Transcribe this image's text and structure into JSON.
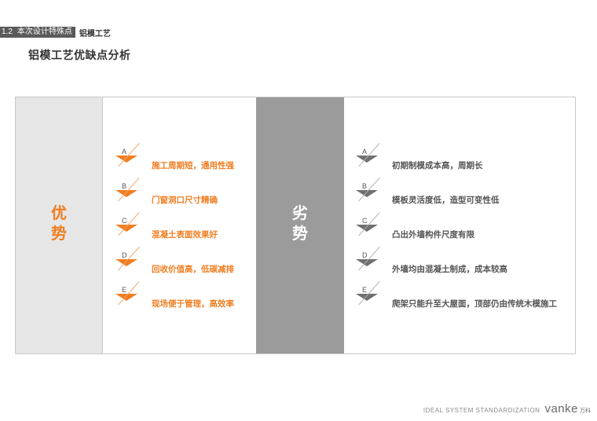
{
  "header": {
    "section_number": "1.2",
    "section_label": "本次设计特殊点",
    "section_sub": "铝模工艺"
  },
  "title": "铝模工艺优缺点分析",
  "advantages": {
    "heading_line1": "优",
    "heading_line2": "势",
    "items": [
      {
        "letter": "A",
        "text": "施工周期短，通用性强"
      },
      {
        "letter": "B",
        "text": "门窗洞口尺寸精确"
      },
      {
        "letter": "C",
        "text": "混凝土表面效果好"
      },
      {
        "letter": "D",
        "text": "回收价值高，低碳减排"
      },
      {
        "letter": "E",
        "text": "现场便于管理，高效率"
      }
    ]
  },
  "disadvantages": {
    "heading_line1": "劣",
    "heading_line2": "势",
    "items": [
      {
        "letter": "A",
        "text": "初期制模成本高，周期长"
      },
      {
        "letter": "B",
        "text": "模板灵活度低，造型可变性低"
      },
      {
        "letter": "C",
        "text": "凸出外墙构件尺度有限"
      },
      {
        "letter": "D",
        "text": "外墙均由混凝土制成，成本较高"
      },
      {
        "letter": "E",
        "text": "爬架只能升至大屋面，顶部仍由传统木模施工"
      }
    ]
  },
  "footer": {
    "tagline": "IDEAL SYSTEM STANDARDIZATION",
    "brand": "vanke",
    "brand_cn": "万科"
  },
  "colors": {
    "accent_orange": "#ef7e22",
    "gray_panel": "#9b9b9b",
    "light_panel": "#e6e6e6"
  }
}
